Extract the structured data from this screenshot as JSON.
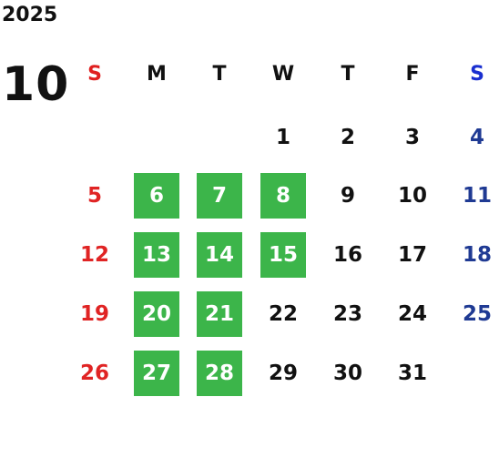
{
  "calendar": {
    "year": "2025",
    "month": "10",
    "weekdays": [
      {
        "label": "S",
        "color": "#e02020"
      },
      {
        "label": "M",
        "color": "#111111"
      },
      {
        "label": "T",
        "color": "#111111"
      },
      {
        "label": "W",
        "color": "#111111"
      },
      {
        "label": "T",
        "color": "#111111"
      },
      {
        "label": "F",
        "color": "#111111"
      },
      {
        "label": "S",
        "color": "#1a2fd0"
      }
    ],
    "colors": {
      "sunday": "#e02424",
      "saturday": "#1f3a93",
      "weekday": "#111111",
      "highlight_bg": "#3cb54a",
      "highlight_text": "#ffffff"
    },
    "weeks": [
      [
        null,
        null,
        null,
        {
          "day": "1"
        },
        {
          "day": "2"
        },
        {
          "day": "3"
        },
        {
          "day": "4"
        }
      ],
      [
        {
          "day": "5"
        },
        {
          "day": "6",
          "highlighted": true
        },
        {
          "day": "7",
          "highlighted": true
        },
        {
          "day": "8",
          "highlighted": true
        },
        {
          "day": "9"
        },
        {
          "day": "10"
        },
        {
          "day": "11"
        }
      ],
      [
        {
          "day": "12"
        },
        {
          "day": "13",
          "highlighted": true
        },
        {
          "day": "14",
          "highlighted": true
        },
        {
          "day": "15",
          "highlighted": true
        },
        {
          "day": "16"
        },
        {
          "day": "17"
        },
        {
          "day": "18"
        }
      ],
      [
        {
          "day": "19"
        },
        {
          "day": "20",
          "highlighted": true
        },
        {
          "day": "21",
          "highlighted": true
        },
        {
          "day": "22"
        },
        {
          "day": "23"
        },
        {
          "day": "24"
        },
        {
          "day": "25"
        }
      ],
      [
        {
          "day": "26"
        },
        {
          "day": "27",
          "highlighted": true
        },
        {
          "day": "28",
          "highlighted": true
        },
        {
          "day": "29"
        },
        {
          "day": "30"
        },
        {
          "day": "31"
        },
        null
      ]
    ]
  }
}
